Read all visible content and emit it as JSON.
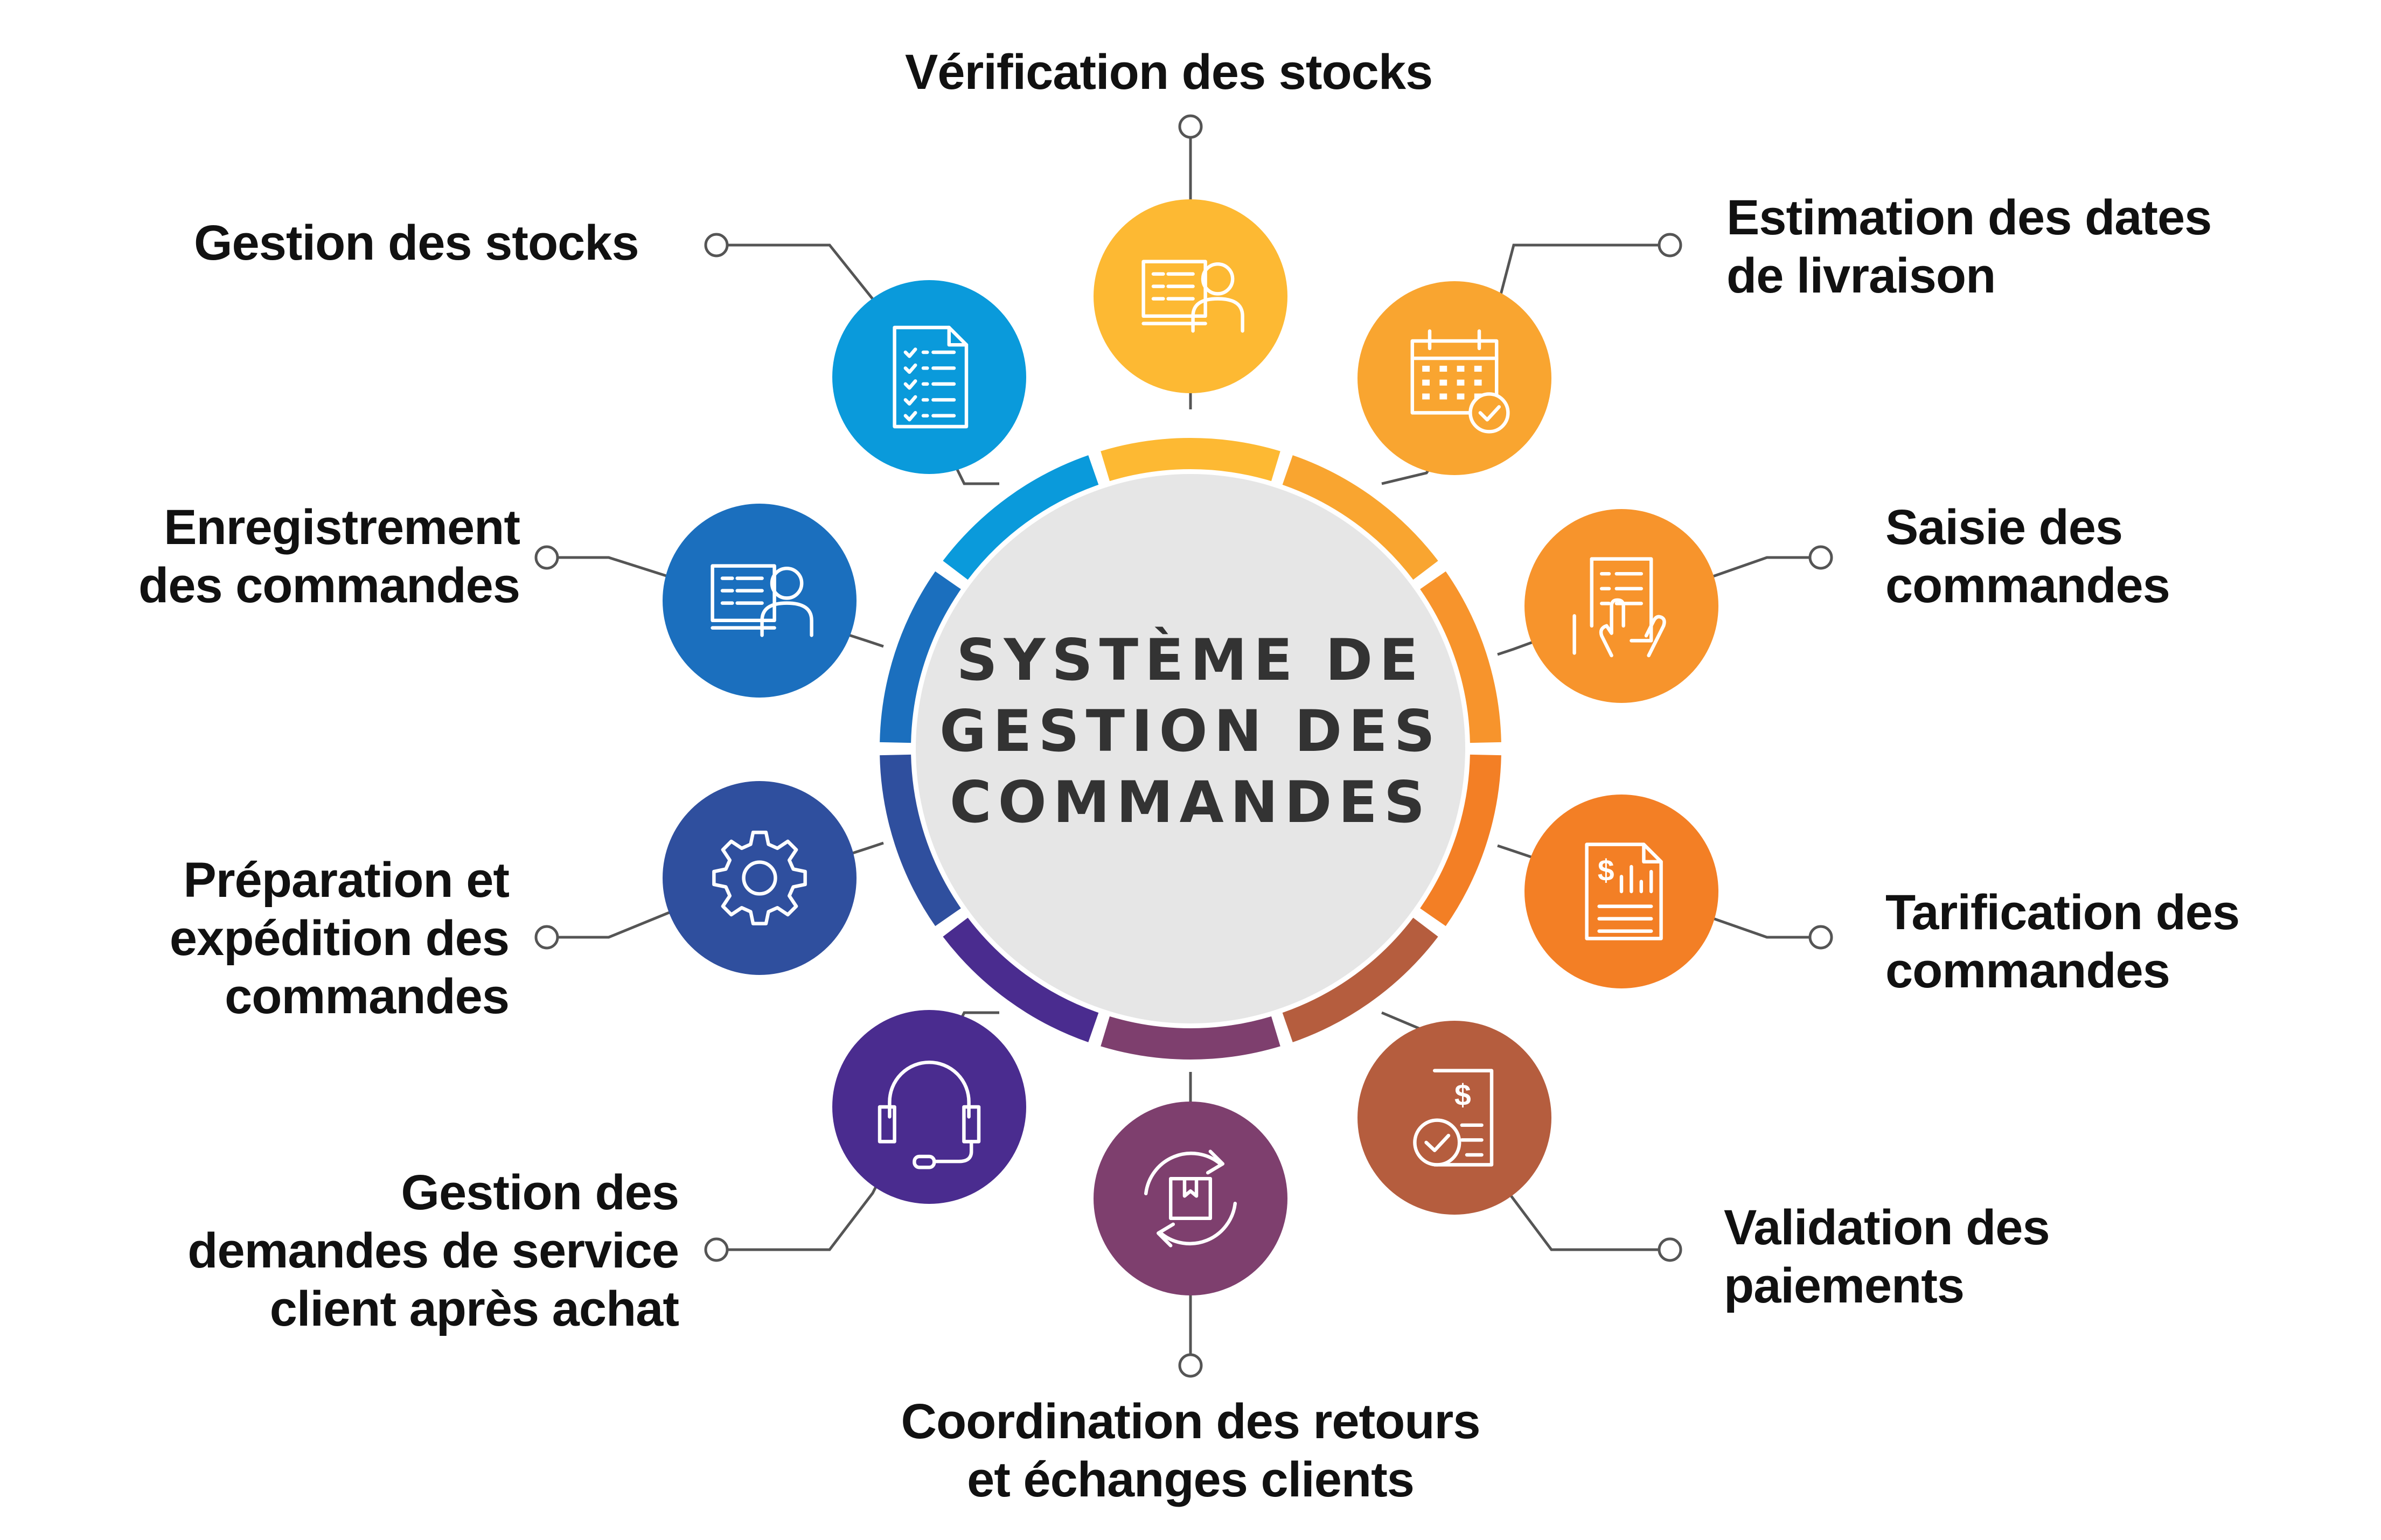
{
  "center": {
    "lines": [
      "SYSTÈME DE",
      "GESTION DES",
      "COMMANDES"
    ]
  },
  "nodes": [
    {
      "id": "verification-stocks",
      "lines": [
        "Vérification des stocks"
      ],
      "color": "#FDB933",
      "icon": "person-at-computer-icon"
    },
    {
      "id": "estimation-livraison",
      "lines": [
        "Estimation des dates",
        "de livraison"
      ],
      "color": "#F9A530",
      "icon": "calendar-check-icon"
    },
    {
      "id": "saisie-commandes",
      "lines": [
        "Saisie des",
        "commandes"
      ],
      "color": "#F7942C",
      "icon": "tablet-touch-icon"
    },
    {
      "id": "tarification-commandes",
      "lines": [
        "Tarification des",
        "commandes"
      ],
      "color": "#F37F25",
      "icon": "price-document-icon"
    },
    {
      "id": "validation-paiements",
      "lines": [
        "Validation des",
        "paiements"
      ],
      "color": "#B55D3E",
      "icon": "invoice-check-icon"
    },
    {
      "id": "coordination-retours",
      "lines": [
        "Coordination des retours",
        "et échanges clients"
      ],
      "color": "#7E3F6E",
      "icon": "box-exchange-icon"
    },
    {
      "id": "service-client",
      "lines": [
        "Gestion des",
        "demandes de service",
        "client après achat"
      ],
      "color": "#4A2C8F",
      "icon": "headset-icon"
    },
    {
      "id": "preparation-expedition",
      "lines": [
        "Préparation et",
        "expédition des",
        "commandes"
      ],
      "color": "#2F4F9E",
      "icon": "gear-icon"
    },
    {
      "id": "enregistrement-commandes",
      "lines": [
        "Enregistrement",
        "des commandes"
      ],
      "color": "#1B6FBE",
      "icon": "person-at-computer-icon"
    },
    {
      "id": "gestion-stocks",
      "lines": [
        "Gestion des stocks"
      ],
      "color": "#0A9ADB",
      "icon": "checklist-document-icon"
    }
  ],
  "colors": {
    "center_fill": "#E6E6E6",
    "connector": "#555555"
  }
}
